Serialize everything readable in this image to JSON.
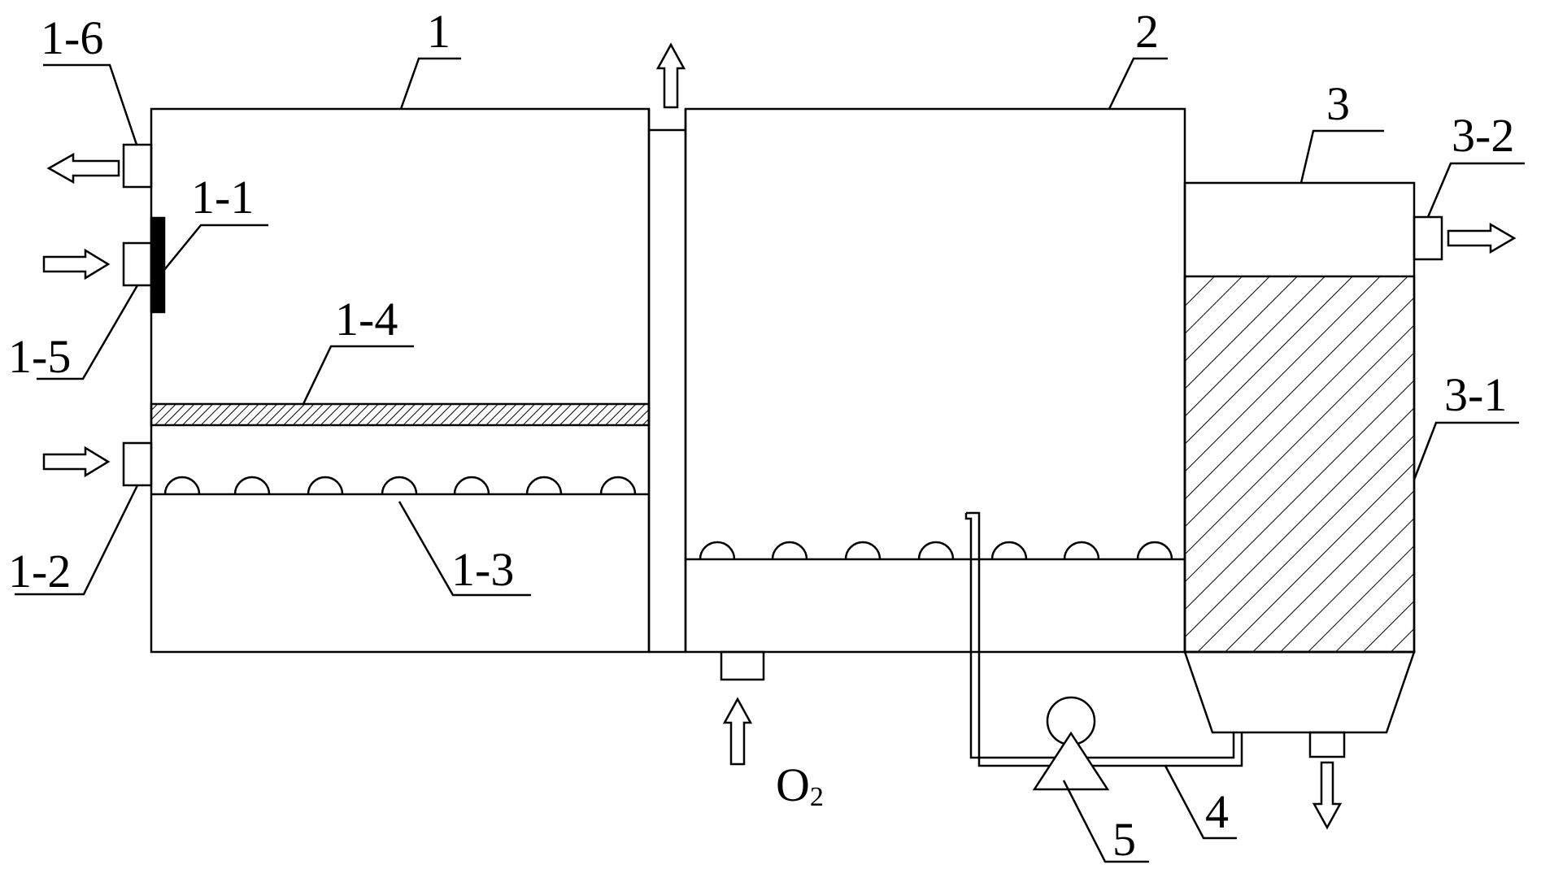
{
  "labels": {
    "tank1": "1",
    "tank2": "2",
    "tank3": "3",
    "part_1_1": "1-1",
    "part_1_2": "1-2",
    "part_1_3": "1-3",
    "part_1_4": "1-4",
    "part_1_5": "1-5",
    "part_1_6": "1-6",
    "part_3_1": "3-1",
    "part_3_2": "3-2",
    "pipe_4": "4",
    "pump_5": "5",
    "oxygen_symbol": "O",
    "oxygen_subscript": "2"
  }
}
